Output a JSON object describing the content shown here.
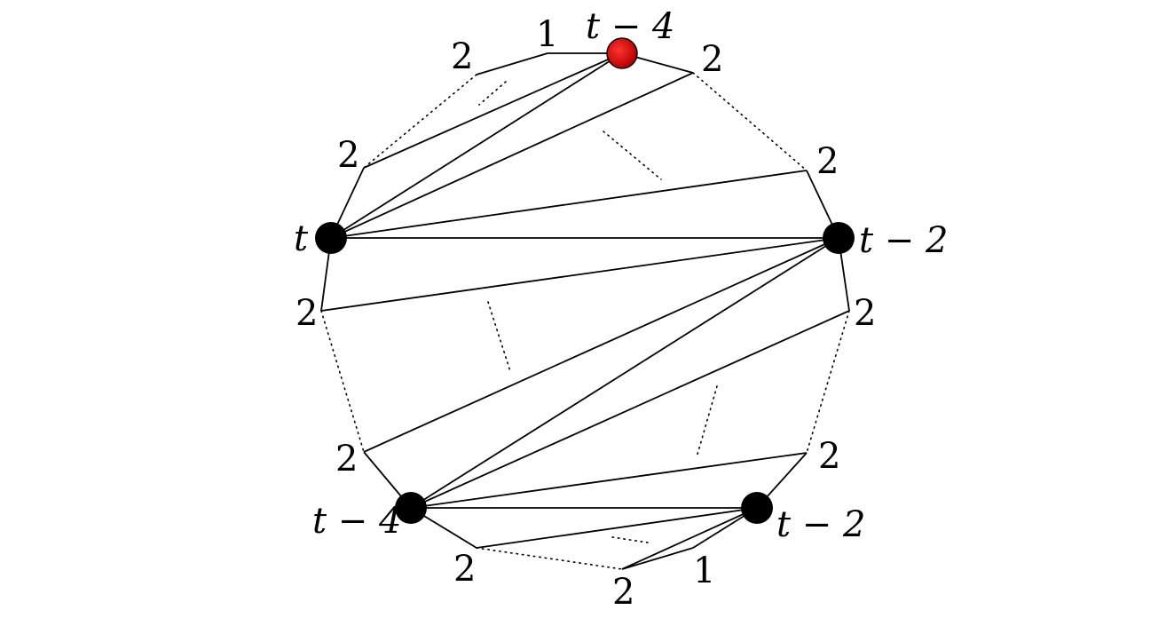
{
  "diagram": {
    "top_vertex_label": "t − 4",
    "left_vertex_label": "t",
    "right_vertex_label": "t − 2",
    "bottom_left_vertex_label": "t − 4",
    "bottom_right_vertex_label": "t − 2",
    "top_edge_one": "1",
    "bottom_edge_one": "1",
    "weight_two": "2",
    "highlight_color": "#e00000",
    "vertex_color": "#000000"
  }
}
